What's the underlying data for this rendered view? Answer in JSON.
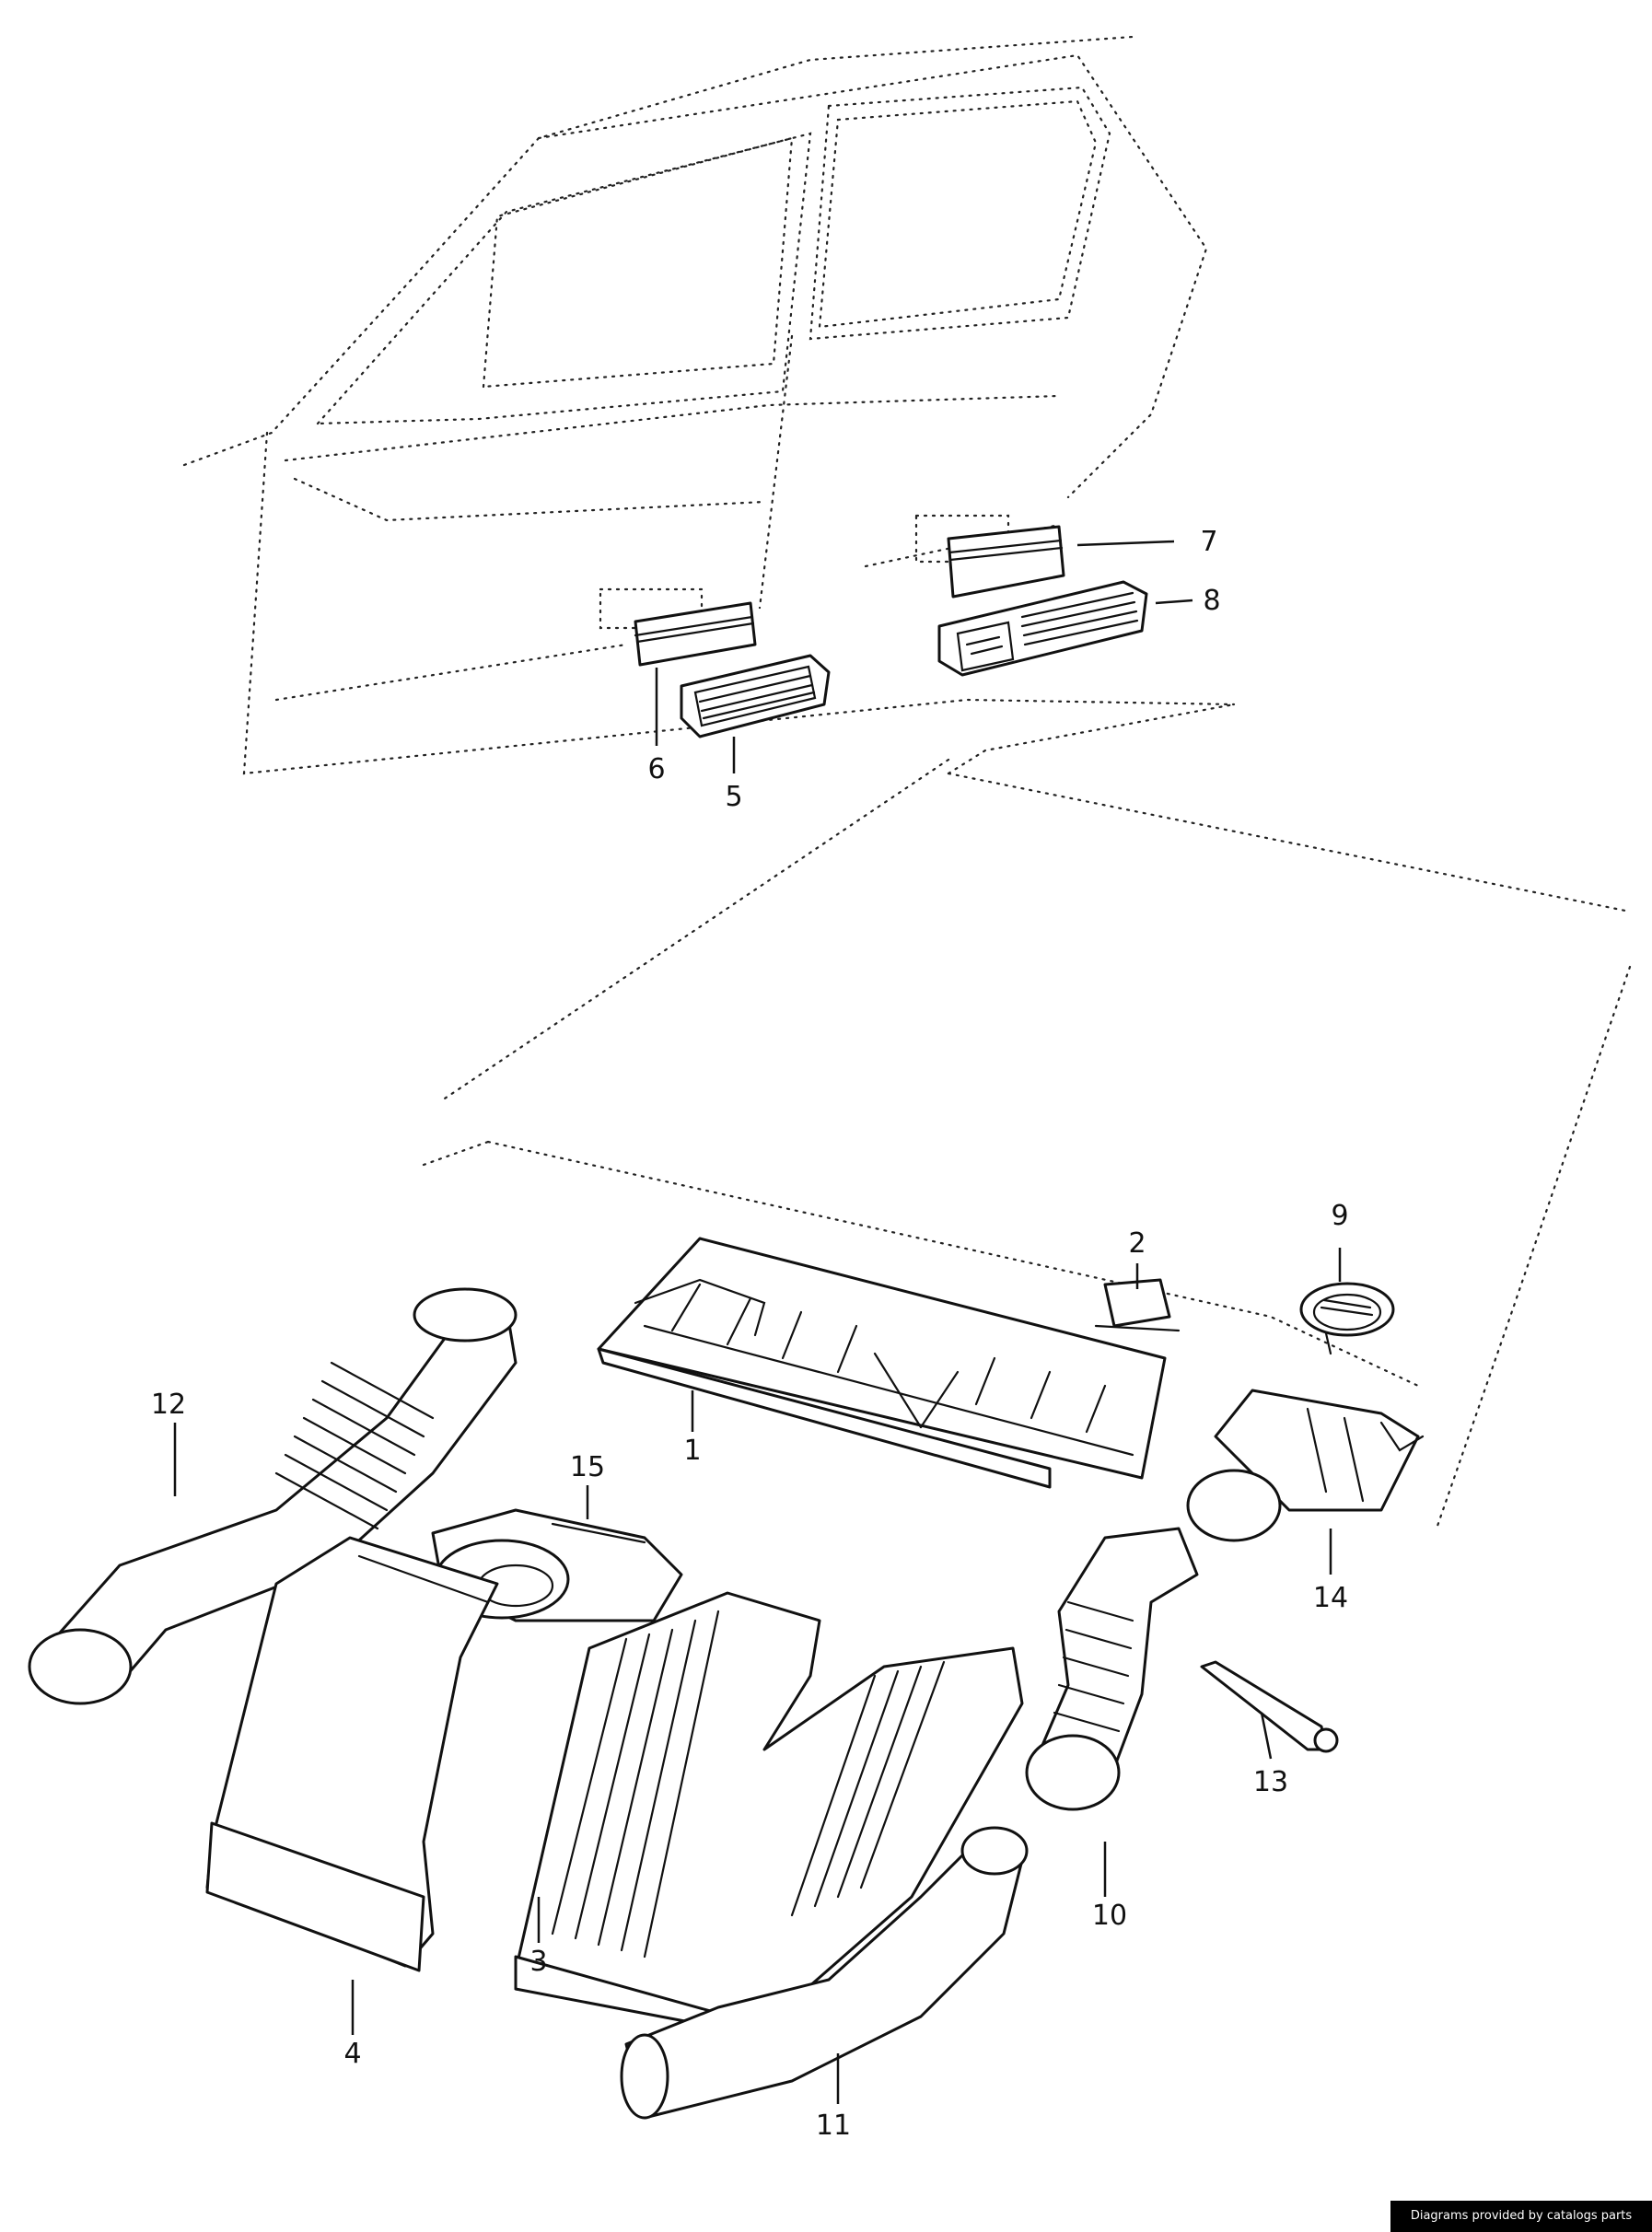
{
  "credit": "Diagrams provided by catalogs parts",
  "callouts": [
    "1",
    "2",
    "3",
    "4",
    "5",
    "6",
    "7",
    "8",
    "9",
    "10",
    "11",
    "12",
    "13",
    "14",
    "15"
  ]
}
